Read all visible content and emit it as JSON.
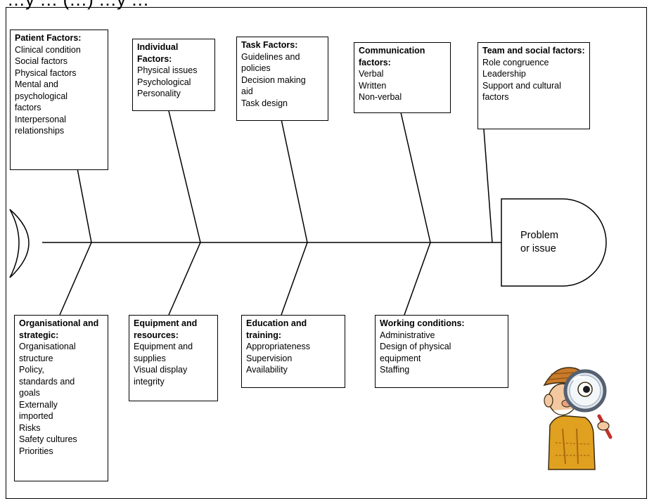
{
  "title_fragment": "…y … (…) …y …",
  "head": {
    "label": "Problem\nor issue"
  },
  "top_boxes": [
    {
      "heading": "Patient Factors:",
      "items": [
        "Clinical condition",
        "Social factors",
        "Physical factors",
        "Mental and",
        "psychological",
        "factors",
        "Interpersonal",
        "relationships"
      ]
    },
    {
      "heading": "Individual Factors:",
      "items": [
        "Physical issues",
        "Psychological",
        "Personality"
      ]
    },
    {
      "heading": "Task Factors:",
      "items": [
        "Guidelines and",
        "policies",
        "Decision making",
        "aid",
        "Task design"
      ]
    },
    {
      "heading": "Communication factors:",
      "items": [
        "Verbal",
        "Written",
        "Non-verbal"
      ]
    },
    {
      "heading": "Team and social factors:",
      "items": [
        "Role congruence",
        "Leadership",
        "Support and cultural",
        "factors"
      ]
    }
  ],
  "bottom_boxes": [
    {
      "heading": "Organisational and strategic:",
      "items": [
        "Organisational",
        "structure",
        "Policy,",
        "standards and",
        "goals",
        "Externally",
        "imported",
        "Risks",
        "Safety cultures",
        "Priorities"
      ]
    },
    {
      "heading": "Equipment and resources:",
      "items": [
        "Equipment and",
        "supplies",
        "Visual display",
        "integrity"
      ]
    },
    {
      "heading": "Education and training:",
      "items": [
        "Appropriateness",
        "Supervision",
        "Availability"
      ]
    },
    {
      "heading": "Working conditions:",
      "items": [
        "Administrative",
        "Design of physical",
        "equipment",
        "Staffing"
      ]
    }
  ],
  "icons": {
    "detective": "detective-with-magnifying-glass-icon",
    "tail": "fish-tail-icon"
  }
}
